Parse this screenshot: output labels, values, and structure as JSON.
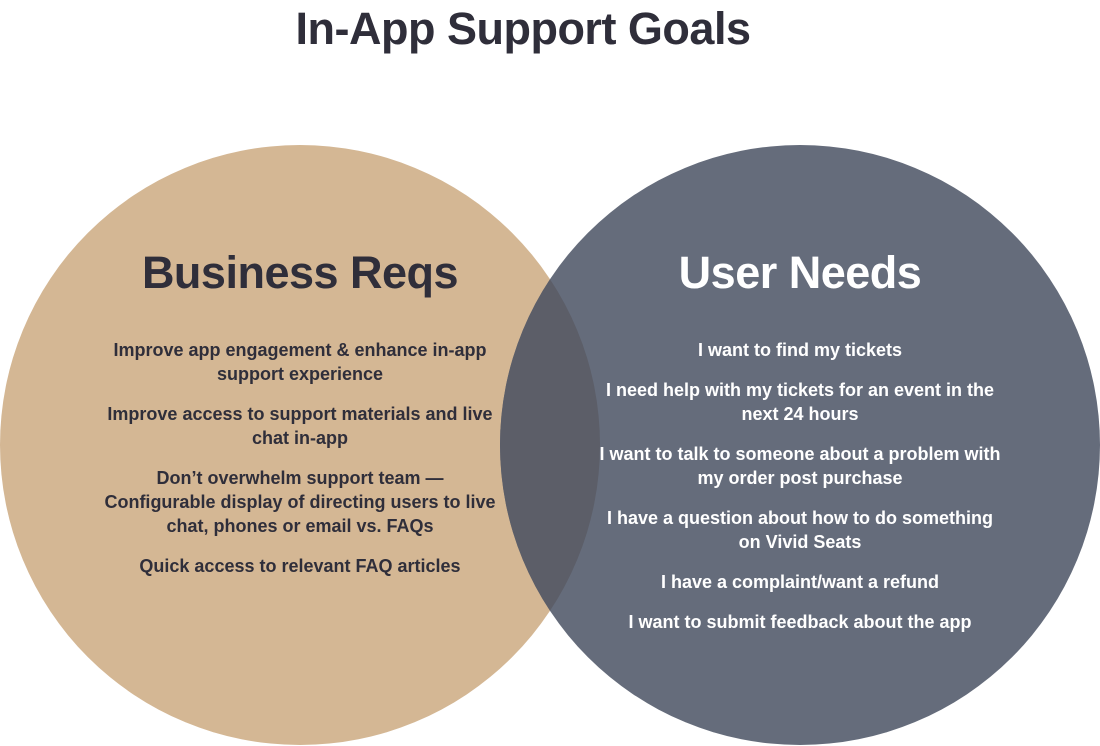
{
  "title": "In-App Support Goals",
  "colors": {
    "left_circle": "#d4b794",
    "right_circle": "#656c7b",
    "overlap": "#5c5e68",
    "dark_text": "#2f2e3a",
    "light_text": "#ffffff"
  },
  "left": {
    "heading": "Business Reqs",
    "items": [
      "Improve app engagement & enhance in-app support experience",
      "Improve access to support materials and live chat in-app",
      "Don’t overwhelm support team — Configurable display of directing users to live chat, phones or email vs. FAQs",
      "Quick access to relevant FAQ articles"
    ]
  },
  "right": {
    "heading": "User Needs",
    "items": [
      "I want to find my tickets",
      "I need help with my tickets for an event in the next 24 hours",
      "I want to talk to someone about a problem with my order post purchase",
      "I have a question about how to do something on Vivid Seats",
      "I have a complaint/want a refund",
      "I want to submit feedback about the app"
    ]
  }
}
